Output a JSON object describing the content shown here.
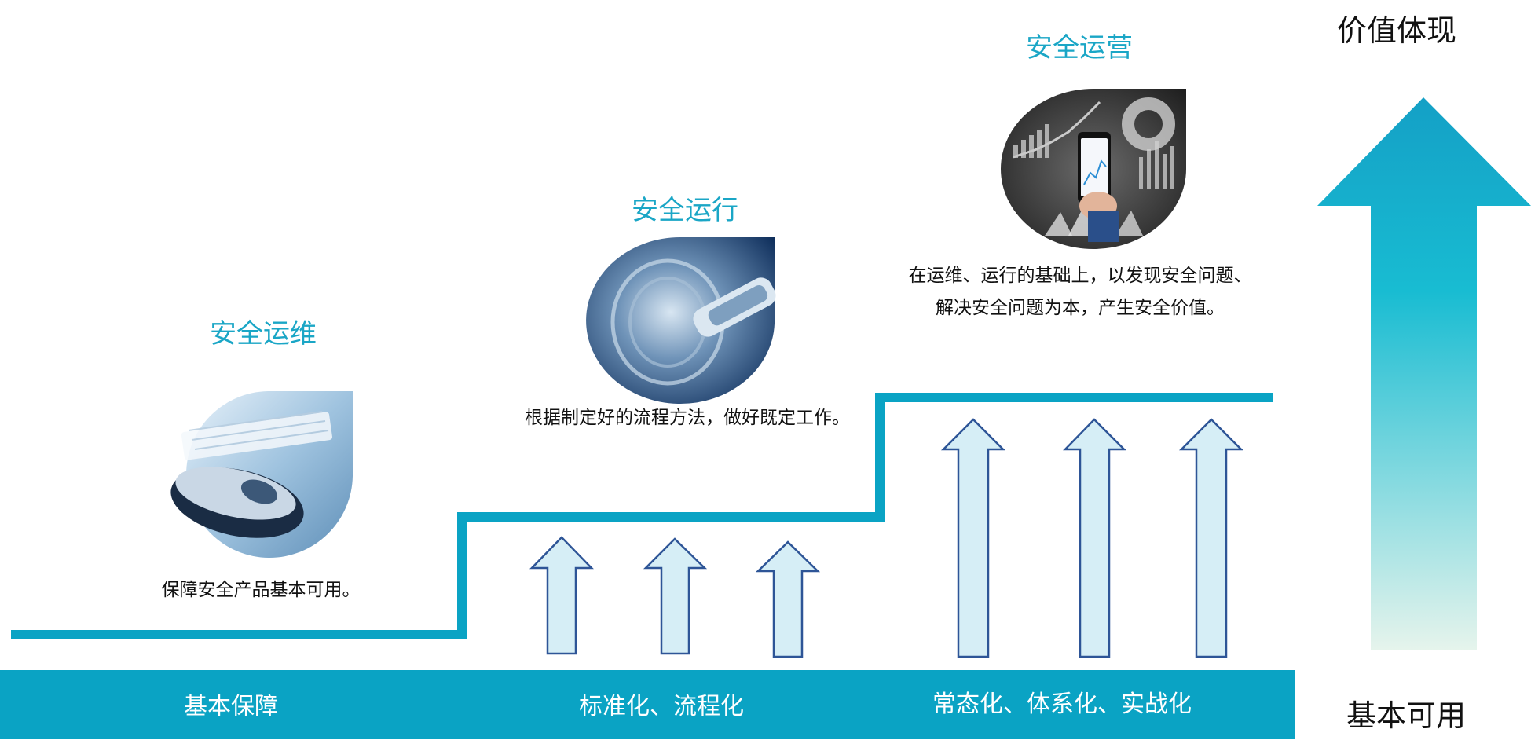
{
  "value_axis": {
    "top_label": "价值体现",
    "bottom_label": "基本可用"
  },
  "stages": [
    {
      "title": "安全运维",
      "description": [
        "保障安全产品基本可用。"
      ],
      "band_label": "基本保障",
      "image": "computer-mouse-keyboard-photo"
    },
    {
      "title": "安全运行",
      "description": [
        "根据制定好的流程方法，做好既定工作。"
      ],
      "band_label": "标准化、流程化",
      "image": "machine-spindle-photo"
    },
    {
      "title": "安全运营",
      "description": [
        "在运维、运行的基础上，以发现安全问题、",
        "解决安全问题为本，产生安全价值。"
      ],
      "band_label": "常态化、体系化、实战化",
      "image": "smartphone-data-charts-photo"
    }
  ],
  "colors": {
    "accent": "#1aa6c6",
    "band": "#0aa3c4",
    "step_line": "#0aa3c4",
    "arrow_fill": "#d6eef6",
    "arrow_stroke": "#2e5597",
    "big_arrow_top": "#14a6c6",
    "big_arrow_bottom": "#e6f4ec"
  }
}
